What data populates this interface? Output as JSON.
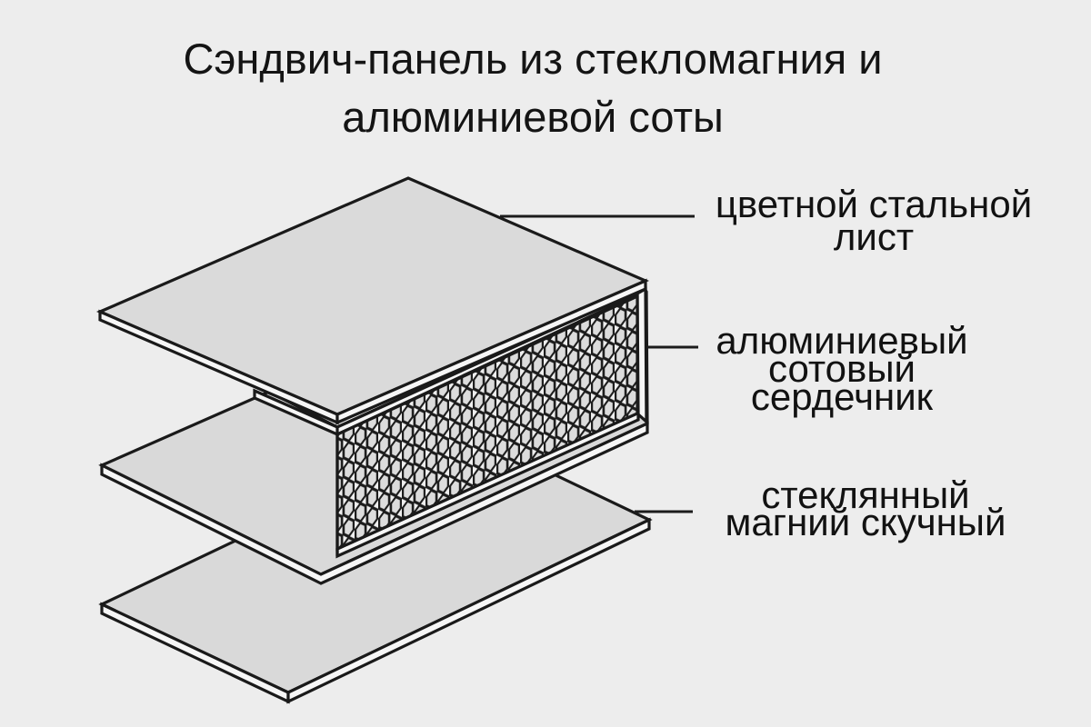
{
  "title": {
    "line1": "Сэндвич-панель из стекломагния и",
    "line2": "алюминиевой соты"
  },
  "labels": {
    "steel_sheet": {
      "line1": "цветной стальной",
      "line2": "лист"
    },
    "honeycomb_core": {
      "line1": "алюминиевый",
      "line2": "сотовый",
      "line3": "сердечник"
    },
    "glass_magnesium": {
      "line1": "стеклянный",
      "line2": "магний скучный"
    }
  },
  "icons": {
    "top_sheet": "flat-panel-isometric",
    "core": "honeycomb-block-isometric",
    "bottom_sheet": "flat-panel-isometric"
  },
  "colors": {
    "background": "#ededed",
    "panel_face": "#d9d9d9",
    "panel_edge_band": "#f6f6f6",
    "honeycomb_cell": "#dcdcdc",
    "honeycomb_gap": "#efefef",
    "line": "#1a1a1a",
    "text": "#141414"
  }
}
